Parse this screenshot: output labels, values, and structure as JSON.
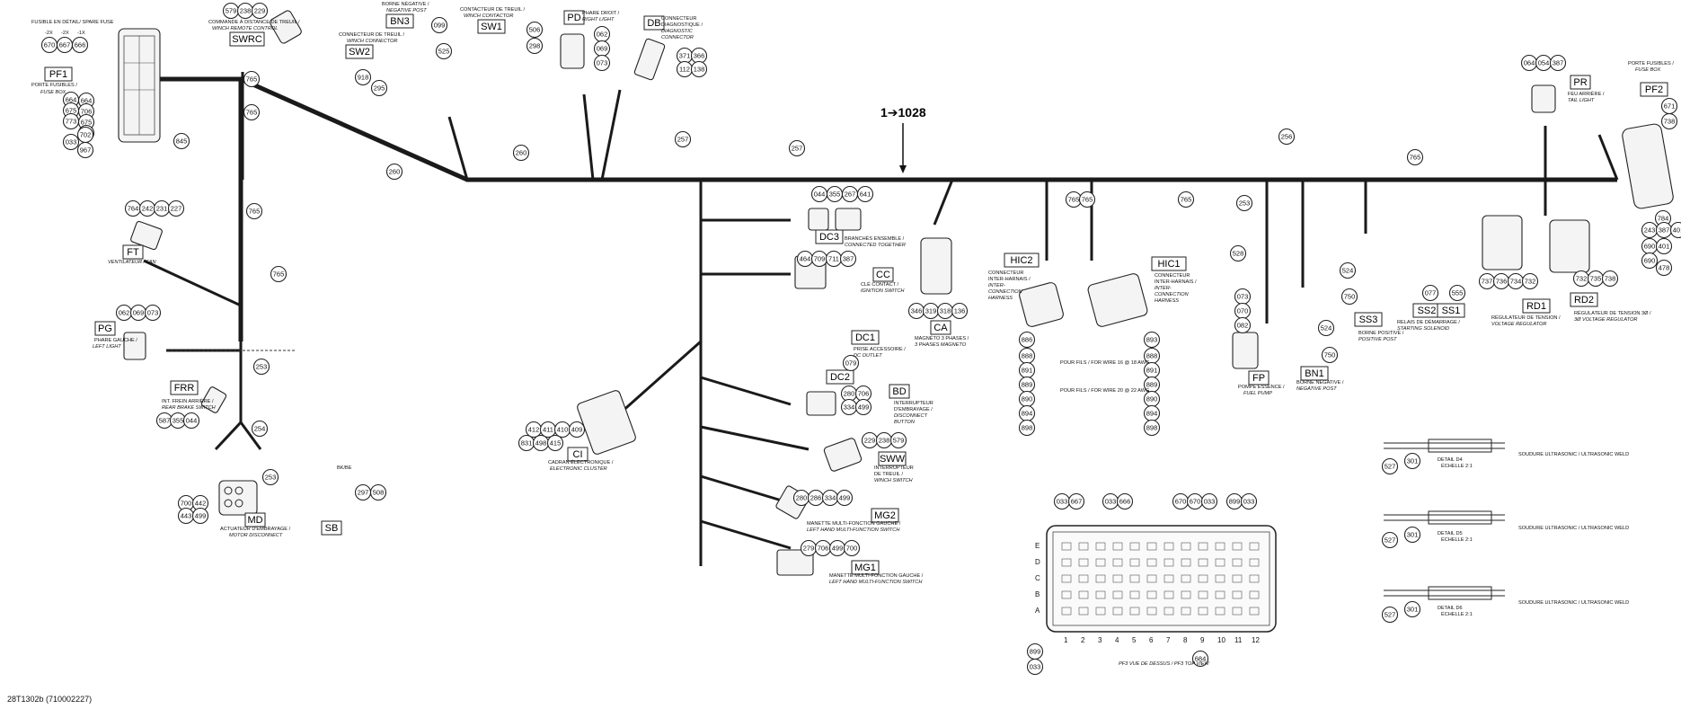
{
  "title": "1➔1028",
  "footer_code": "28T1302b (710002227)",
  "fuse_box_pf1": {
    "tag": "PF1",
    "label_fr": "PORTE FUSIBLES /",
    "label_en": "FUSE BOX",
    "spare_fuse_fr": "FUSIBLE EN DÉTAIL/ SPARE FUSE",
    "spare_codes": [
      "-2X",
      "-2X",
      "-1X"
    ],
    "spare_circles": [
      "670",
      "667",
      "666"
    ],
    "left_circles": [
      "664",
      "706",
      "675",
      "703",
      "773",
      "702",
      "033",
      "967"
    ],
    "right_circle": "845"
  },
  "winch_control": {
    "tag": "SWRC",
    "label": "COMMANDE À DISTANCE DE TREUIL / WINCH REMOTE CONTROL",
    "circles": [
      "579",
      "238",
      "229"
    ]
  },
  "winch_connector": {
    "tag": "SW2",
    "label_fr": "CONNECTEUR DE TREUIL /",
    "label_en": "WINCH CONNECTOR",
    "circles": [
      "918",
      "295"
    ]
  },
  "negative_post_bn3": {
    "tag": "BN3",
    "label_fr": "BORNE NÉGATIVE /",
    "label_en": "NEGATIVE POST",
    "circles": [
      "099",
      "525"
    ]
  },
  "winch_contactor": {
    "tag": "SW1",
    "label": "CONTACTEUR DE TREUIL / WINCH CONTACTOR",
    "circles": [
      "506",
      "298"
    ]
  },
  "night_light": {
    "tag": "PD",
    "label_fr": "PHARE DROIT /",
    "label_en": "RIGHT LIGHT",
    "circles": [
      "062",
      "069",
      "073"
    ]
  },
  "diag_connector": {
    "tag": "DB",
    "label_fr": "CONNECTEUR DIAGNOSTIQUE /",
    "label_en": "DIAGNOSTIC CONNECTOR",
    "circles": [
      "371",
      "366",
      "112",
      "138"
    ]
  },
  "tail_light": {
    "tag": "PR",
    "label_fr": "FEU ARRIÈRE /",
    "label_en": "TAIL LIGHT",
    "circles": [
      "064",
      "054",
      "387"
    ]
  },
  "fuse_box_pf2": {
    "tag": "PF2",
    "label_fr": "PORTE FUSIBLES /",
    "label_en": "FUSE BOX",
    "circles": [
      "671",
      "738"
    ],
    "bottom_circles": [
      "784",
      "243",
      "387",
      "401",
      "690",
      "478"
    ]
  },
  "fan": {
    "tag": "FT",
    "label": "VENTILATEUR / FAN",
    "circles": [
      "764",
      "242",
      "231",
      "227"
    ]
  },
  "left_light": {
    "tag": "PG",
    "label_fr": "PHARE GAUCHE /",
    "label_en": "LEFT LIGHT",
    "circles": [
      "062",
      "069",
      "073"
    ]
  },
  "rear_brake_switch": {
    "tag": "FRR",
    "label": "INT. FREIN ARRIÈRE / REAR BRAKE SWITCH",
    "circles": [
      "587",
      "355",
      "044"
    ]
  },
  "motor_disconnect": {
    "tag": "MD",
    "label_fr": "ACTUATEUR D'EMBRAYAGE /",
    "label_en": "MOTOR DISCONNECT",
    "circles": [
      "700",
      "442",
      "443",
      "499"
    ]
  },
  "sb": {
    "tag": "SB",
    "wire": "BK/BE",
    "circles": [
      "297",
      "508"
    ]
  },
  "dc3": {
    "tag": "DC3",
    "circles": [
      "044",
      "355",
      "267",
      "641"
    ],
    "label": "BRANCHÉS ENSEMBLE / CONNECTED TOGETHER"
  },
  "ignition": {
    "tag": "CC",
    "label_fr": "CLÉ CONTACT /",
    "label_en": "IGNITION SWITCH",
    "circles": [
      "464",
      "709",
      "711",
      "387"
    ]
  },
  "dc_outlet": {
    "tag": "DC1",
    "tag2": "DC2",
    "label": "PRISE ACCESSOIRE / DC OUTLET",
    "circles": [
      "079"
    ]
  },
  "disconnect_button": {
    "tag": "BD",
    "label": "INTERRUPTEUR D'EMBRAYAGE / DISCONNECT BUTTON",
    "circles": [
      "280",
      "706",
      "334",
      "499"
    ]
  },
  "winch_switch": {
    "tag": "SWW",
    "label": "INTERRUPTEUR DE TREUIL / WINCH SWITCH",
    "circles": [
      "229",
      "238",
      "579"
    ]
  },
  "mg2": {
    "tag": "MG2",
    "label": "MANETTE MULTI-FONCTION GAUCHE / LEFT HAND MULTI-FUNCTION SWITCH",
    "circles": [
      "280",
      "286",
      "334",
      "499"
    ]
  },
  "mg1": {
    "tag": "MG1",
    "label": "MANETTE MULTI-FONCTION GAUCHE / LEFT HAND MULTI-FUNCTION SWITCH",
    "circles": [
      "279",
      "706",
      "499",
      "700"
    ]
  },
  "cluster": {
    "tag": "CI",
    "label": "CADRAN ÉLECTRONIQUE / ELECTRONIC CLUSTER",
    "circles": [
      "412",
      "411",
      "410",
      "409",
      "831",
      "498",
      "415"
    ]
  },
  "magneto": {
    "tag": "CA",
    "label": "MAGNÉTO 3 PHASES / 3 PHASES MAGNETO",
    "circles": [
      "346",
      "319",
      "318",
      "136"
    ]
  },
  "hic2": {
    "tag": "HIC2",
    "label": "CONNECTEUR INTER-HARNAIS / INTER-CONNECTION HARNESS",
    "circles": [
      "886",
      "888",
      "891",
      "889",
      "890",
      "894",
      "898"
    ]
  },
  "hic1": {
    "tag": "HIC1",
    "label": "CONNECTEUR INTER-HARNAIS / INTER-CONNECTION HARNESS",
    "circles": [
      "893",
      "888",
      "891",
      "889",
      "890",
      "894",
      "898"
    ]
  },
  "wire_notes": [
    "POUR FILS / FOR WIRE 16 @ 18 AWG",
    "POUR FILS / FOR WIRE 20 @ 22 AWG"
  ],
  "fuel_pump": {
    "tag": "FP",
    "label": "POMPE ESSENCE / FUEL PUMP",
    "circles": [
      "073",
      "070",
      "082"
    ]
  },
  "bn1": {
    "tag": "BN1",
    "label": "BORNE NÉGATIVE / NEGATIVE POST",
    "circles": [
      "524",
      "750"
    ]
  },
  "ss3": {
    "tag": "SS3",
    "label": "BORNE POSITIVE / POSITIVE POST",
    "circles": [
      "524",
      "750"
    ]
  },
  "starter": {
    "tags": [
      "SS2",
      "SS1"
    ],
    "label": "RELAIS DE DÉMARRAGE / STARTING SOLENOID",
    "circles": [
      "077",
      "555"
    ]
  },
  "rd1": {
    "tag": "RD1",
    "label": "RÉGULATEUR DE TENSION / VOLTAGE REGULATOR",
    "circles": [
      "737",
      "736",
      "734",
      "732"
    ]
  },
  "rd2": {
    "tag": "RD2",
    "label": "RÉGULATEUR DE TENSION 3Ø / 3Ø VOLTAGE REGULATOR",
    "circles": [
      "732",
      "735",
      "738"
    ]
  },
  "segments": [
    "765",
    "765",
    "765",
    "260",
    "260",
    "257",
    "257",
    "256",
    "765",
    "765",
    "765",
    "765",
    "253",
    "254",
    "253",
    "253",
    "528",
    "765"
  ],
  "pf3": {
    "label": "PF3 VUE DE DESSUS / PF3 TOP VIEW",
    "top_circles": [
      "033",
      "667",
      "033",
      "666",
      "670",
      "670",
      "033",
      "899",
      "033"
    ],
    "rows": [
      "E",
      "D",
      "C",
      "B",
      "A"
    ],
    "cols": [
      "1",
      "2",
      "3",
      "4",
      "5",
      "6",
      "7",
      "8",
      "9",
      "10",
      "11",
      "12"
    ],
    "bottom_circles": [
      "899",
      "033",
      "684"
    ]
  },
  "details": [
    {
      "name": "DETAIL D4",
      "scale": "ÉCHELLE 2:1",
      "label": "SOUDURE ULTRASONIC / ULTRASONIC WELD",
      "circles": [
        "527",
        "301"
      ]
    },
    {
      "name": "DETAIL D5",
      "scale": "ÉCHELLE 2:1",
      "label": "SOUDURE ULTRASONIC / ULTRASONIC WELD",
      "circles": [
        "527",
        "301"
      ]
    },
    {
      "name": "DETAIL D6",
      "scale": "ÉCHELLE 2:1",
      "label": "SOUDURE ULTRASONIC / ULTRASONIC WELD",
      "circles": [
        "527",
        "301"
      ]
    }
  ]
}
